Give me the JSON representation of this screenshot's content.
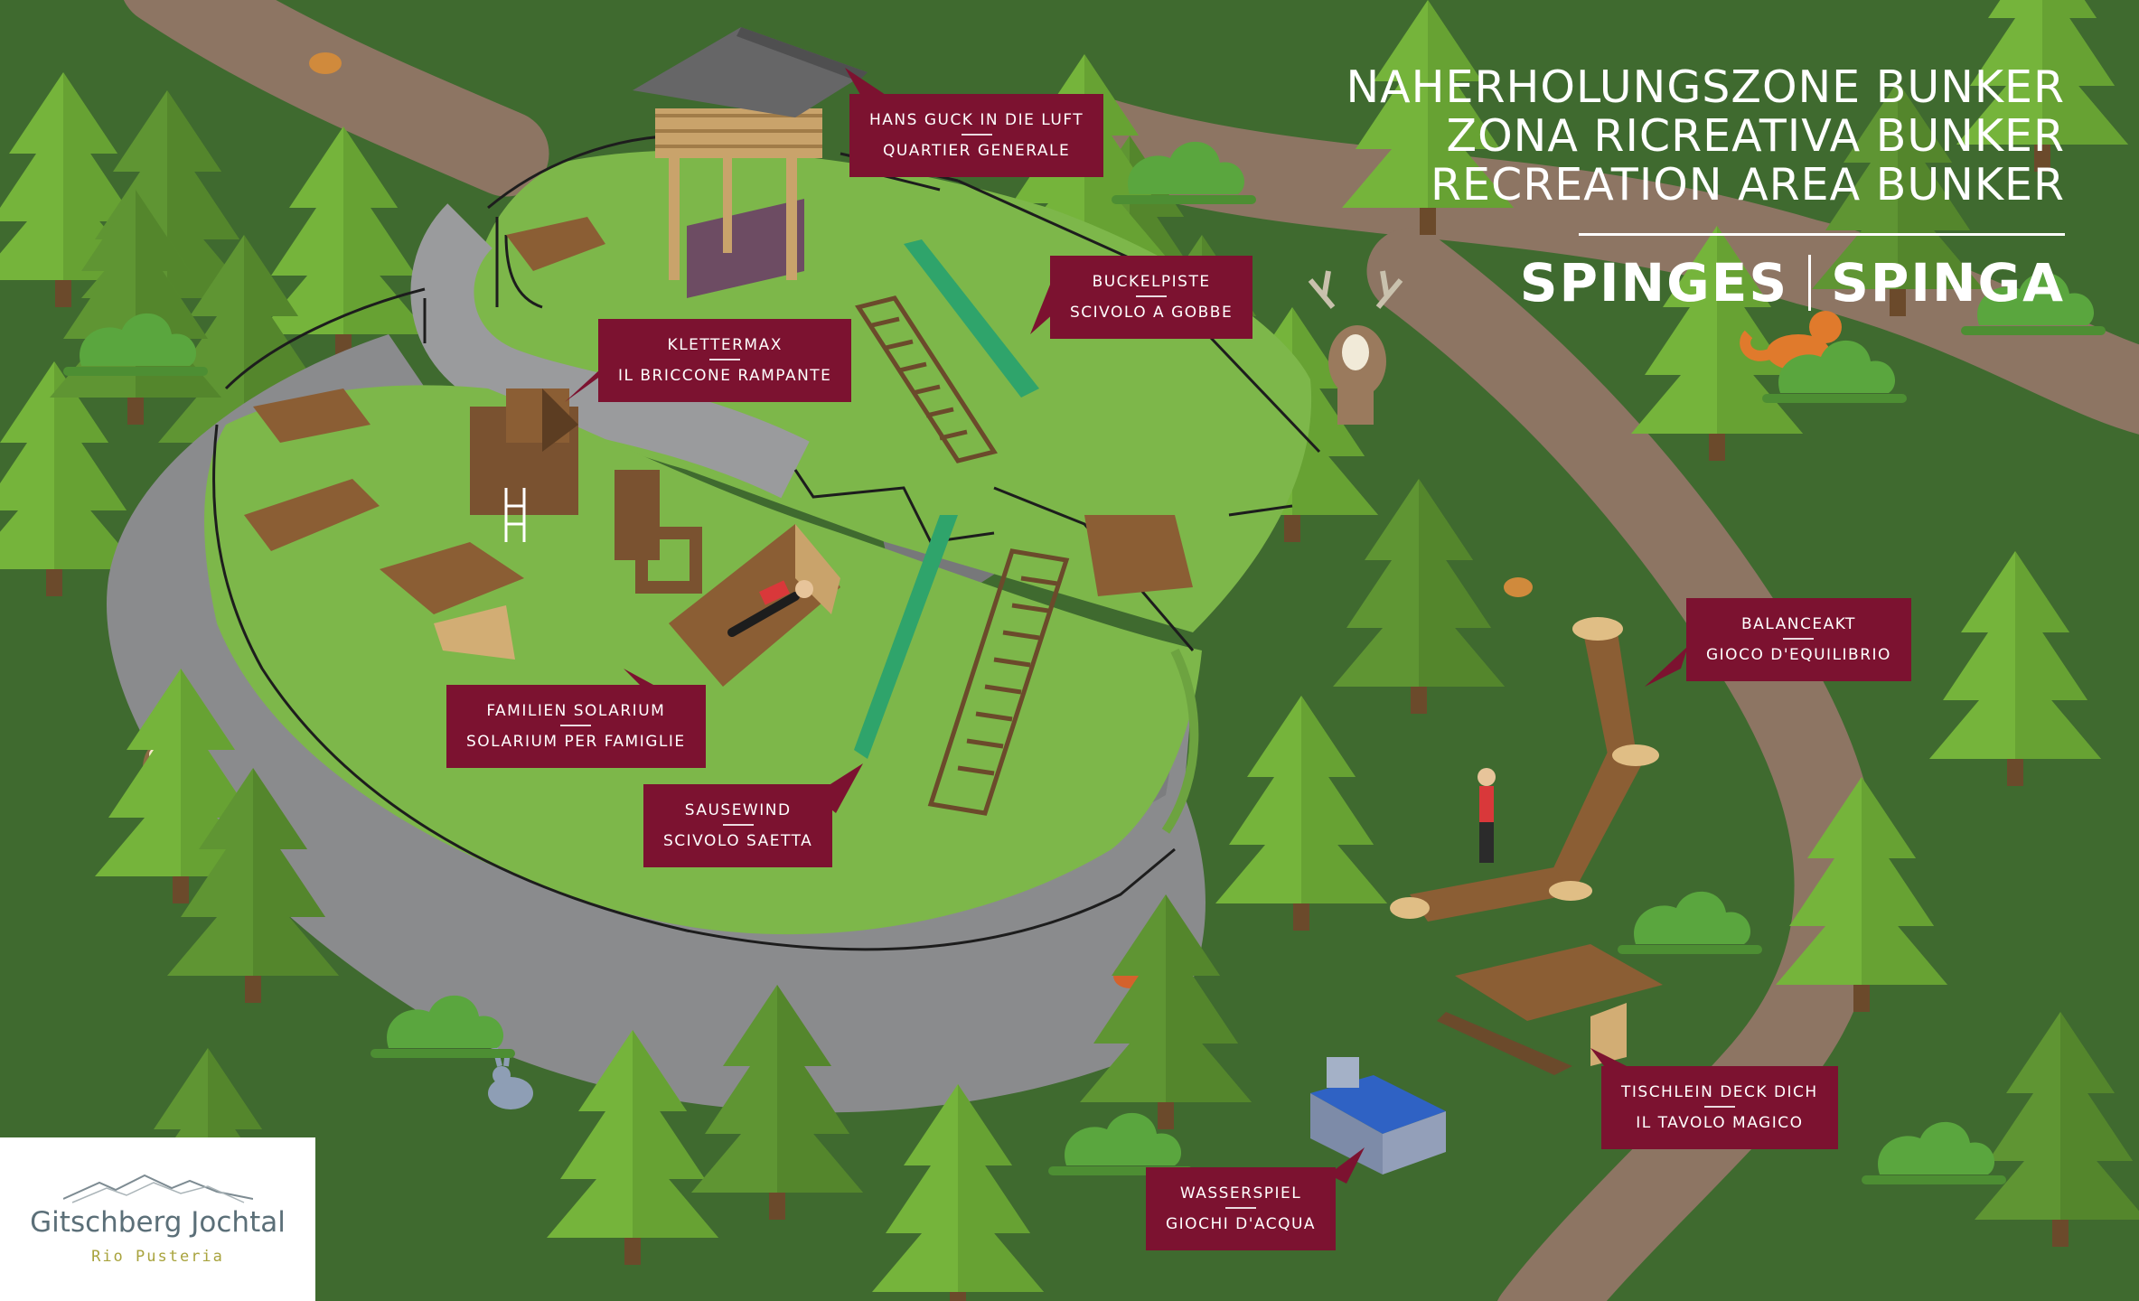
{
  "title": {
    "lines": [
      "NAHERHOLUNGSZONE BUNKER",
      "ZONA RICREATIVA BUNKER",
      "RECREATION AREA BUNKER"
    ],
    "place_de": "SPINGES",
    "place_it": "SPINGA"
  },
  "labels": {
    "tower": {
      "de": "HANS GUCK IN DIE LUFT",
      "it": "QUARTIER GENERALE"
    },
    "bumpy_slide": {
      "de": "BUCKELPISTE",
      "it": "SCIVOLO A GOBBE"
    },
    "climber": {
      "de": "KLETTERMAX",
      "it": "IL BRICCONE RAMPANTE"
    },
    "solarium": {
      "de": "FAMILIEN SOLARIUM",
      "it": "SOLARIUM PER FAMIGLIE"
    },
    "fast_slide": {
      "de": "SAUSEWIND",
      "it": "SCIVOLO SAETTA"
    },
    "balance": {
      "de": "BALANCEAKT",
      "it": "GIOCO D'EQUILIBRIO"
    },
    "table": {
      "de": "TISCHLEIN DECK DICH",
      "it": "IL TAVOLO MAGICO"
    },
    "water": {
      "de": "WASSERSPIEL",
      "it": "GIOCHI D'ACQUA"
    }
  },
  "logo": {
    "name": "Gitschberg Jochtal",
    "sub": "Rio Pusteria"
  },
  "icons": [
    "tree-icon",
    "bush-icon",
    "deer-icon",
    "fox-icon",
    "owl-icon",
    "squirrel-icon",
    "rabbit-icon",
    "bird-icon"
  ],
  "colors": {
    "forest": "#3f6a2f",
    "tree_light": "#75b43b",
    "tree_dark": "#5f9533",
    "grass": "#7db74a",
    "rock": "#8a8b8d",
    "path": "#8d7563",
    "wood": "#8b5e34",
    "label_bg": "#7c1230",
    "slide": "#2fa46b"
  }
}
